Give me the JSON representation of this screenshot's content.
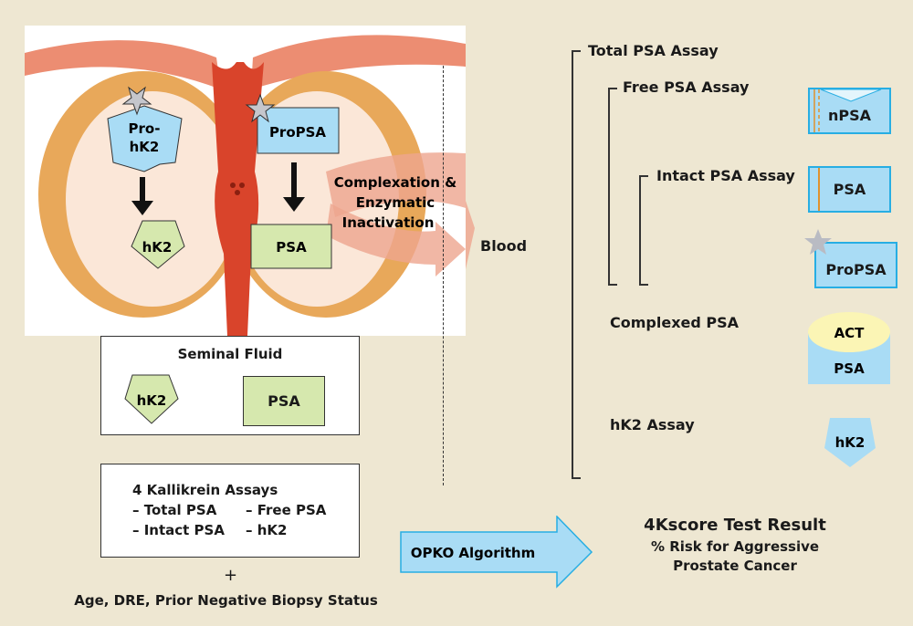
{
  "colors": {
    "background": "#eee7d2",
    "blue_fill": "#a9dcf5",
    "blue_stroke": "#27aee3",
    "green_fill": "#d6e8ae",
    "act_fill": "#fbf5b5",
    "star_fill": "#c5c6cc",
    "tissue_red": "#d9442b",
    "arrow_salmon": "#eea58e"
  },
  "prostate": {
    "prohk2_label_line1": "Pro-",
    "prohk2_label_line2": "hK2",
    "propsa_label": "ProPSA",
    "hk2_label": "hK2",
    "psa_label": "PSA",
    "complexation_line1": "Complexation &",
    "complexation_line2": "Enzymatic",
    "complexation_line3": "Inactivation",
    "blood_label": "Blood"
  },
  "seminal_fluid": {
    "title": "Seminal Fluid",
    "hk2_label": "hK2",
    "psa_label": "PSA"
  },
  "assays_box": {
    "title": "4 Kallikrein Assays",
    "items": [
      "– Total PSA",
      "– Free PSA",
      "– Intact PSA",
      "– hK2"
    ],
    "plus": "+",
    "extra": "Age, DRE, Prior Negative Biopsy Status"
  },
  "algorithm": {
    "arrow_label": "OPKO Algorithm",
    "result_title": "4Kscore Test Result",
    "result_line1": "% Risk for Aggressive",
    "result_line2": "Prostate Cancer"
  },
  "assay_tree": {
    "total_psa": "Total PSA Assay",
    "free_psa": "Free PSA Assay",
    "intact_psa": "Intact PSA Assay",
    "complexed_psa": "Complexed PSA",
    "hk2_assay": "hK2 Assay",
    "npsa_label": "nPSA",
    "psa_label": "PSA",
    "propsa_label": "ProPSA",
    "act_label": "ACT",
    "complex_psa_label": "PSA",
    "hk2_label": "hK2"
  }
}
